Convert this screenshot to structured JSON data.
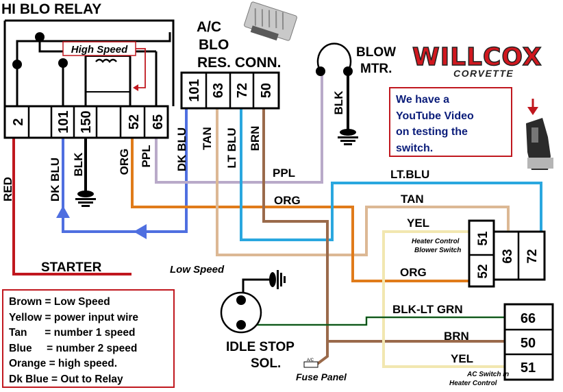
{
  "relay": {
    "title": "HI BLO  RELAY",
    "high_speed": "High Speed",
    "terminals": [
      "2",
      "101",
      "150",
      "52",
      "65"
    ]
  },
  "resistor_connector": {
    "title_lines": [
      "A/C",
      "BLO",
      "RES. CONN."
    ],
    "terminals": [
      "101",
      "63",
      "72",
      "50"
    ]
  },
  "blower_motor": {
    "title_lines": [
      "BLOW",
      "MTR."
    ]
  },
  "wires": {
    "red": "RED",
    "dk_blu_relay": "DK BLU",
    "blk_relay": "BLK",
    "org_relay": "ORG",
    "ppl_relay": "PPL",
    "dk_blu_res": "DK BLU",
    "tan_res": "TAN",
    "lt_blu_res": "LT BLU",
    "brn_res": "BRN",
    "blk_motor": "BLK",
    "ppl_run": "PPL",
    "org_run": "ORG",
    "lt_blu_run": "LT.BLU",
    "tan_run": "TAN",
    "yel_run": "YEL",
    "org_switch": "ORG",
    "blk_lt_grn": "BLK-LT GRN",
    "brn_switch": "BRN",
    "yel_switch": "YEL"
  },
  "starter": "STARTER",
  "low_speed": "Low Speed",
  "heater_switch": {
    "caption_lines": [
      "Heater Control",
      "Blower Switch"
    ],
    "terminals": [
      "51",
      "52",
      "63",
      "72"
    ]
  },
  "ac_switch": {
    "caption_lines": [
      "AC Switch in",
      "Heater Control"
    ],
    "terminals": [
      "66",
      "50",
      "51"
    ]
  },
  "idle_stop": {
    "title_lines": [
      "IDLE STOP",
      "SOL."
    ]
  },
  "fuse_panel": {
    "label": "Fuse Panel",
    "tag": "A/C"
  },
  "logo": {
    "brand": "WILLCOX",
    "sub": "CORVETTE"
  },
  "youtube_note": [
    "We have a",
    "YouTube Video",
    "on testing the",
    "switch."
  ],
  "legend": [
    "Brown = Low Speed",
    "Yellow = power input wire",
    "Tan      = number 1 speed",
    "Blue     = number 2 speed",
    "Orange = high speed.",
    "Dk Blue = Out to Relay"
  ],
  "colors": {
    "red": "#c0171e",
    "dk_blue": "#4f6fe0",
    "light_blue": "#2aa7df",
    "orange": "#e07b1a",
    "tan": "#dcb894",
    "purple": "#b9aac9",
    "brown": "#9a6a4b",
    "yellow": "#f2e7b0",
    "green": "#1d8a2c",
    "note_text": "#0b1d7a"
  }
}
